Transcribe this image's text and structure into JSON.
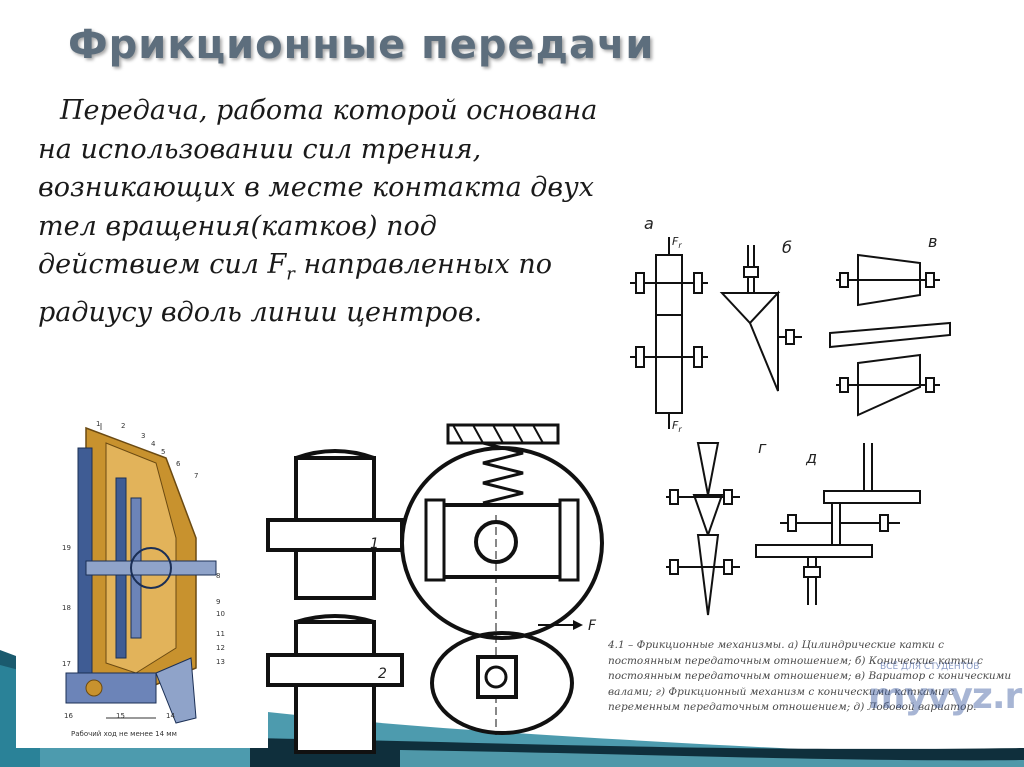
{
  "slide": {
    "title": "Фрикционные передачи",
    "paragraph": "Передача, работа которой основана на использовании сил трения, возникающих в месте контакта двух тел вращения(катков) под действием сил F",
    "paragraph_sub": "r",
    "paragraph_end": "направленных по радиусу вдоль линии центров."
  },
  "figure_labels": {
    "a": "а",
    "b": "б",
    "v": "в",
    "g": "г",
    "d": "д",
    "fr_top": "F",
    "fr_top_sub": "r",
    "fr_bottom": "F",
    "fr_bottom_sub": "r",
    "roller_1": "1",
    "roller_2": "2",
    "force_f": "F",
    "clutch_footer": "Рабочий ход не менее 14 мм",
    "clutch_numbers": [
      "1",
      "2",
      "3",
      "4",
      "5",
      "6",
      "7",
      "8",
      "9",
      "10",
      "11",
      "12",
      "13",
      "14",
      "15",
      "16",
      "17",
      "18",
      "19"
    ]
  },
  "caption": {
    "text": "4.1 – Фрикционные механизмы. а) Цилиндрические катки с постоянным передаточным отношением; б) Конические катки с постоянным передаточным отношением; в) Вариатор с коническими валами; г) Фрикционный механизм с коническими катками с переменным передаточным отношением; д) Лобовой вариатор."
  },
  "watermark": {
    "text": "myvyz.ru",
    "top_text": "ВСЁ ДЛЯ СТУДЕНТОВ"
  },
  "colors": {
    "title": "#5d6e7d",
    "accent_teal": "#2a7f93",
    "accent_dark": "#12303e",
    "clutch_orange": "#c8922e",
    "clutch_blue": "#3f5c94"
  }
}
